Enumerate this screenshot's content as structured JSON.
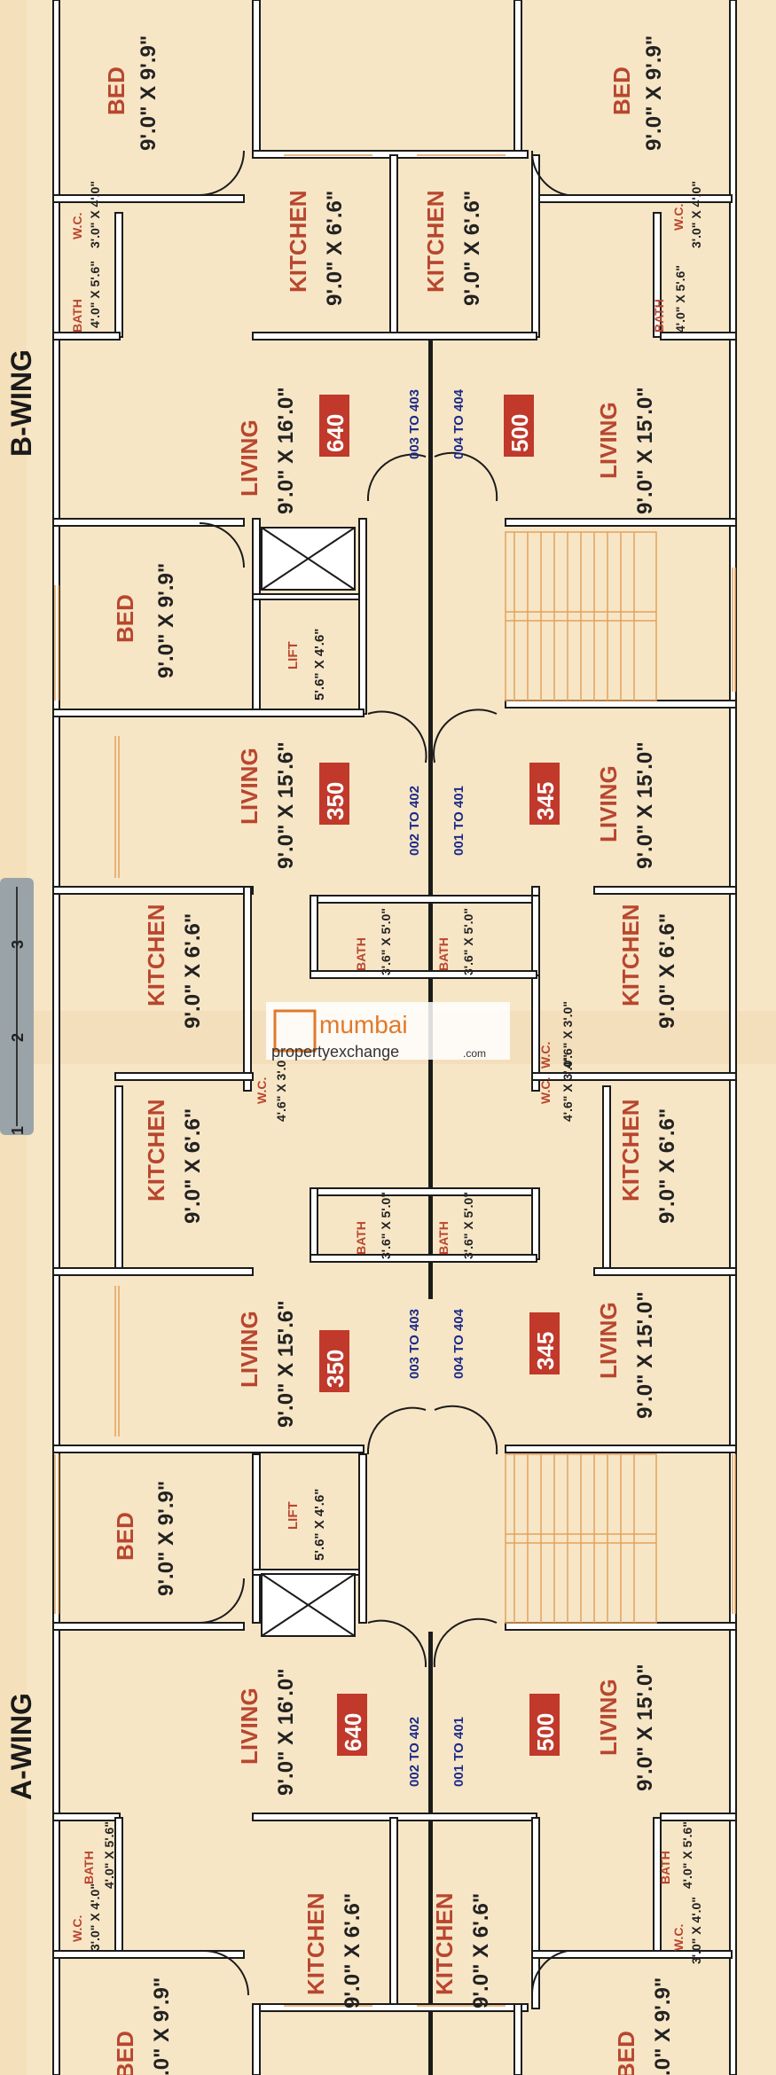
{
  "wings": {
    "a": "A-WING",
    "b": "B-WING"
  },
  "labels": {
    "bed": "BED",
    "kitchen": "KITCHEN",
    "living": "LIVING",
    "bath": "BATH",
    "wc": "W.C.",
    "lift": "LIFT"
  },
  "dims": {
    "bed_9_9": "9'.0\" X 9'.9\"",
    "kitchen_9_66": "9'.0\" X 6'.6\"",
    "living_9_16": "9'.0\" X 16'.0\"",
    "living_9_15": "9'.0\" X 15'.0\"",
    "living_9_156": "9'.0\" X 15'.6\"",
    "lift": "5'.6\" X 4'.6\"",
    "bath_4_56": "4'.0\" X 5'.6\"",
    "wc_3_4": "3'.0\" X 4'.0\"",
    "bath_36_5": "3'.6\" X 5'.0\"",
    "wc_46_3": "4'.6\" X 3'.0\""
  },
  "units": {
    "b_003_403": "003 TO 403",
    "b_004_404": "004 TO 404",
    "b_002_402": "002 TO 402",
    "b_001_401": "001 TO 401",
    "a_003_403": "003 TO 403",
    "a_004_404": "004 TO 404",
    "a_002_402": "002 TO 402",
    "a_001_401": "001 TO 401"
  },
  "areas": {
    "b640": "640",
    "b500": "500",
    "b350": "350",
    "b345": "345",
    "a350": "350",
    "a345": "345",
    "a640": "640",
    "a500": "500"
  },
  "scale": {
    "one": "1",
    "two": "2",
    "three": "3"
  },
  "watermark": {
    "brand": "mumbai",
    "sub": "propertyexchange",
    "tld": ".com"
  },
  "colors": {
    "wall": "#1b1b1b",
    "floor": "#f7e6c6",
    "badge": "#c0392b",
    "roomlabel": "#b8462e",
    "unit": "#1a2a8a"
  }
}
